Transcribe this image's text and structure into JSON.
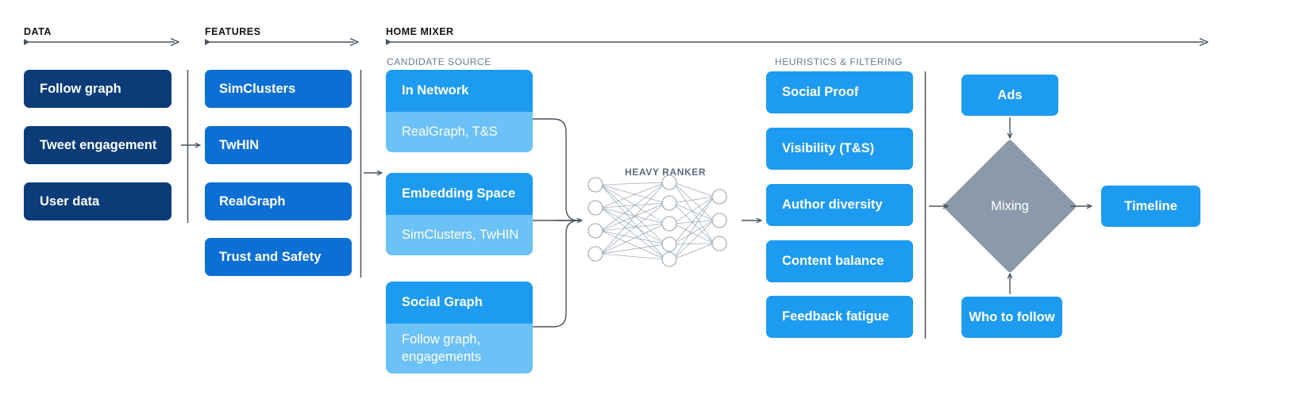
{
  "sections": [
    {
      "id": "data",
      "label": "DATA"
    },
    {
      "id": "features",
      "label": "FEATURES"
    },
    {
      "id": "home_mixer",
      "label": "HOME MIXER"
    }
  ],
  "captions": {
    "candidate_source": "CANDIDATE SOURCE",
    "heuristics": "HEURISTICS & FILTERING",
    "heavy_ranker": "HEAVY RANKER"
  },
  "data_column": {
    "items": [
      {
        "label": "Follow graph"
      },
      {
        "label": "Tweet engagement"
      },
      {
        "label": "User data"
      }
    ]
  },
  "features_column": {
    "items": [
      {
        "label": "SimClusters"
      },
      {
        "label": "TwHIN"
      },
      {
        "label": "RealGraph"
      },
      {
        "label": "Trust and Safety"
      }
    ]
  },
  "candidate_sources": [
    {
      "title": "In Network",
      "subtitle": "RealGraph, T&S"
    },
    {
      "title": "Embedding Space",
      "subtitle": "SimClusters, TwHIN"
    },
    {
      "title": "Social Graph",
      "subtitle": "Follow graph, engagements"
    }
  ],
  "heavy_ranker": {
    "label": "HEAVY RANKER",
    "layers": [
      4,
      5,
      3
    ]
  },
  "heuristics": {
    "items": [
      {
        "label": "Social Proof"
      },
      {
        "label": "Visibility (T&S)"
      },
      {
        "label": "Author diversity"
      },
      {
        "label": "Content balance"
      },
      {
        "label": "Feedback fatigue"
      }
    ]
  },
  "mixing": {
    "top_label": "Ads",
    "bottom_label": "Who to follow",
    "center_label": "Mixing",
    "output_label": "Timeline"
  },
  "colors": {
    "navy": "#0b3c78",
    "blue_dark": "#0c6fd4",
    "blue": "#1d9bf0",
    "blue_light": "#6cc1f6",
    "gray_diamond": "#8b9aaa",
    "line": "#4a545e",
    "caption": "#6b7b8c",
    "title": "#0f1419",
    "background": "#ffffff"
  }
}
